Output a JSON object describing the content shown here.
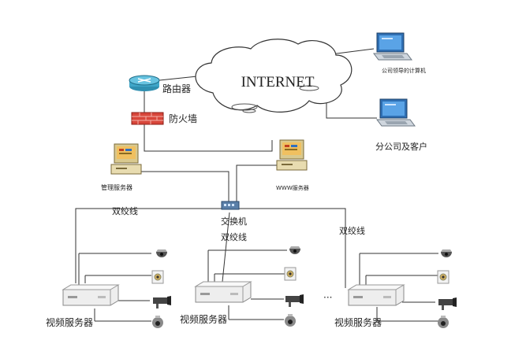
{
  "cloud": {
    "label": "INTERNET"
  },
  "network": {
    "router": "路由器",
    "firewall": "防火墙",
    "management_server": "管理服务器",
    "www_server": "WWW服务器",
    "switch": "交换机",
    "twisted_pair": "双绞线"
  },
  "remote": {
    "hq_computer": "公司领导的计算机",
    "branch_clients": "分公司及客户"
  },
  "site": {
    "video_server": "视频服务器",
    "ellipsis": "···"
  }
}
